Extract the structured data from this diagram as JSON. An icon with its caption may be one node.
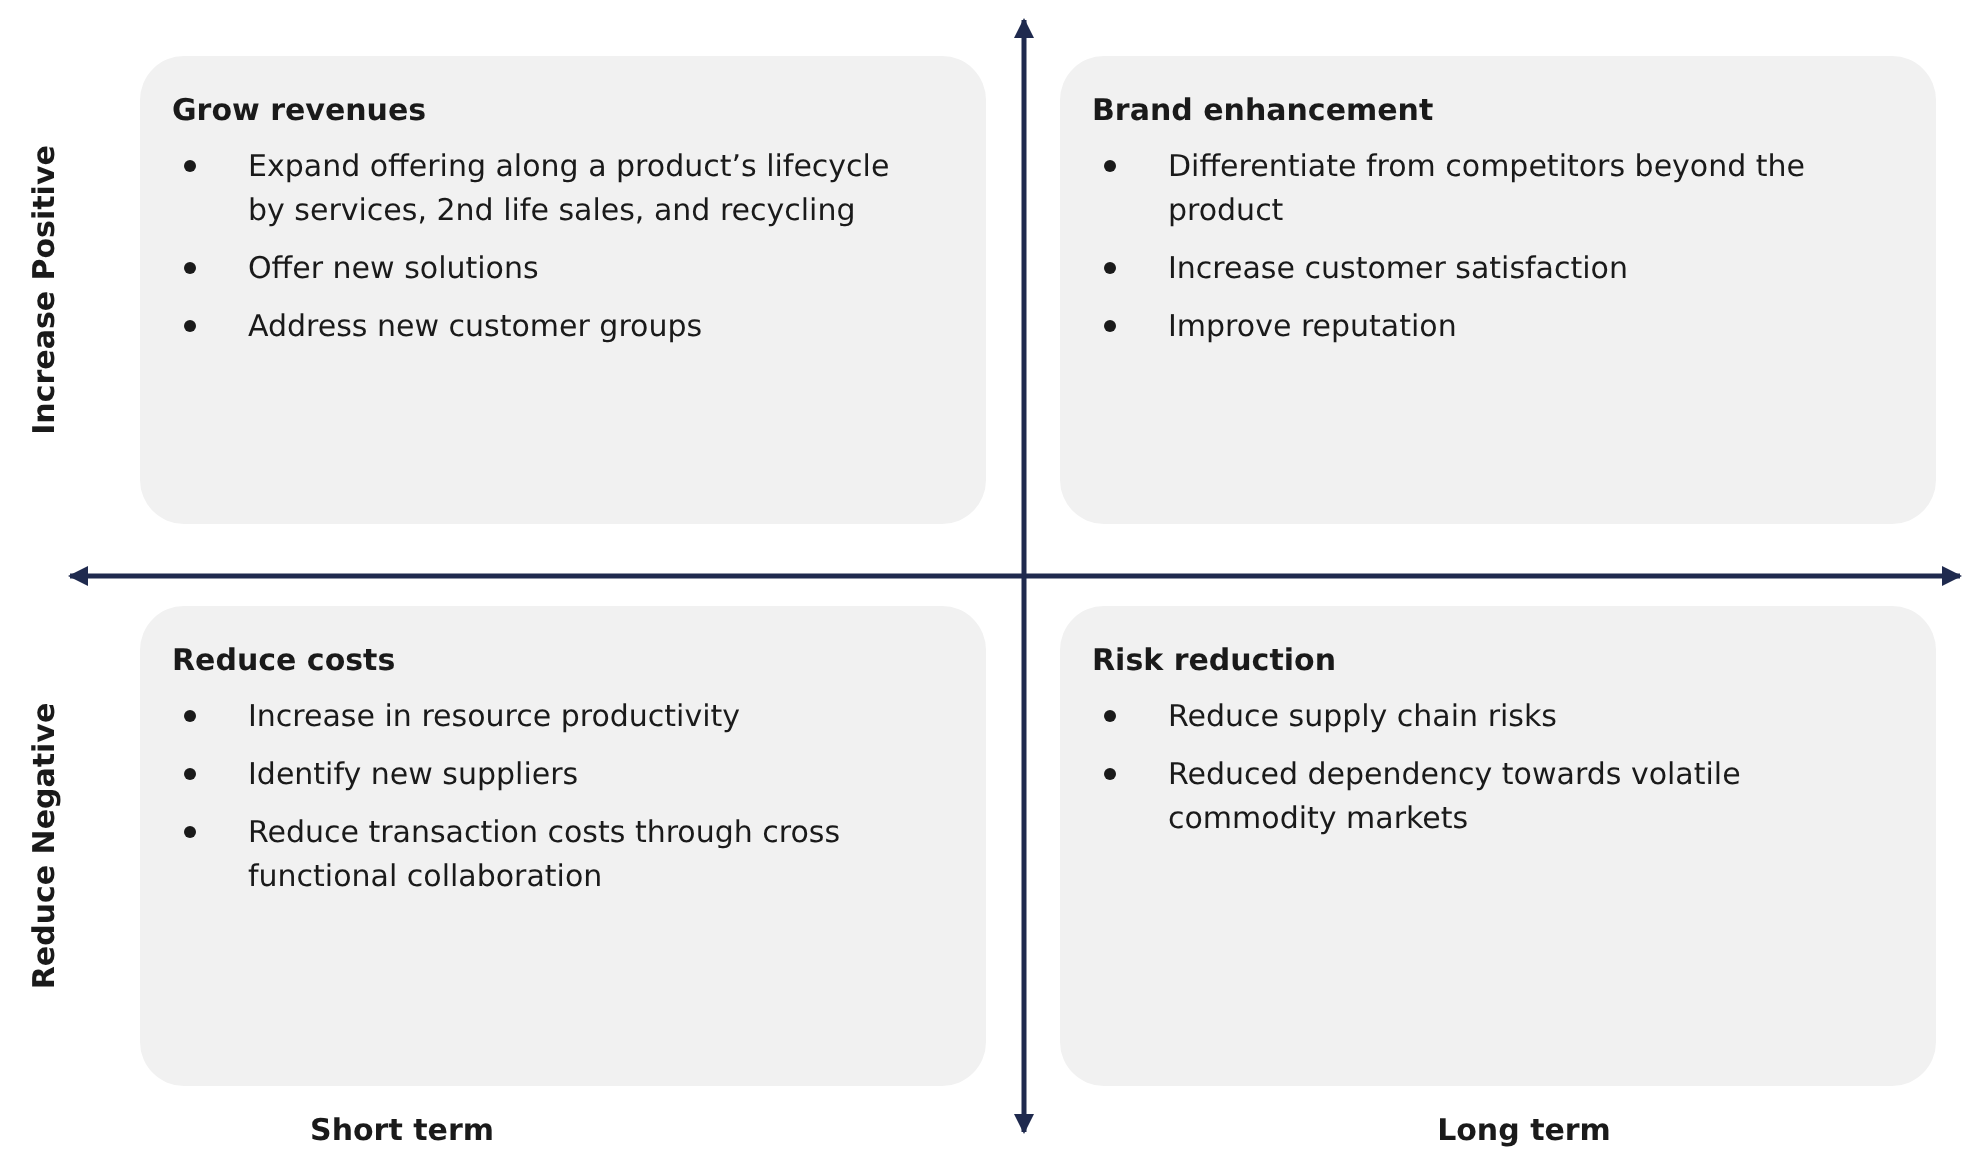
{
  "diagram": {
    "nodes": [
      {
        "text": [
          "Grow revenues",
          "Expand offering along a product’s lifecycle by services, 2nd life sales, and recycling",
          "Offer new solutions",
          "Address new customer groups"
        ]
      },
      {
        "text": [
          "Brand enhancement",
          "Differentiate from competitors beyond the product",
          "Increase customer satisfaction",
          "Improve reputation"
        ]
      },
      {
        "text": [
          "Reduce costs",
          "Increase in resource productivity",
          "Identify new suppliers",
          "Reduce transaction costs through cross functional collaboration"
        ]
      },
      {
        "text": [
          "Risk reduction",
          "Reduce supply chain risks",
          "Reduced dependency towards volatile commodity markets"
        ]
      }
    ],
    "labels": [
      "Increase Positive",
      "Reduce Negative",
      "Short term",
      "Long term"
    ]
  }
}
